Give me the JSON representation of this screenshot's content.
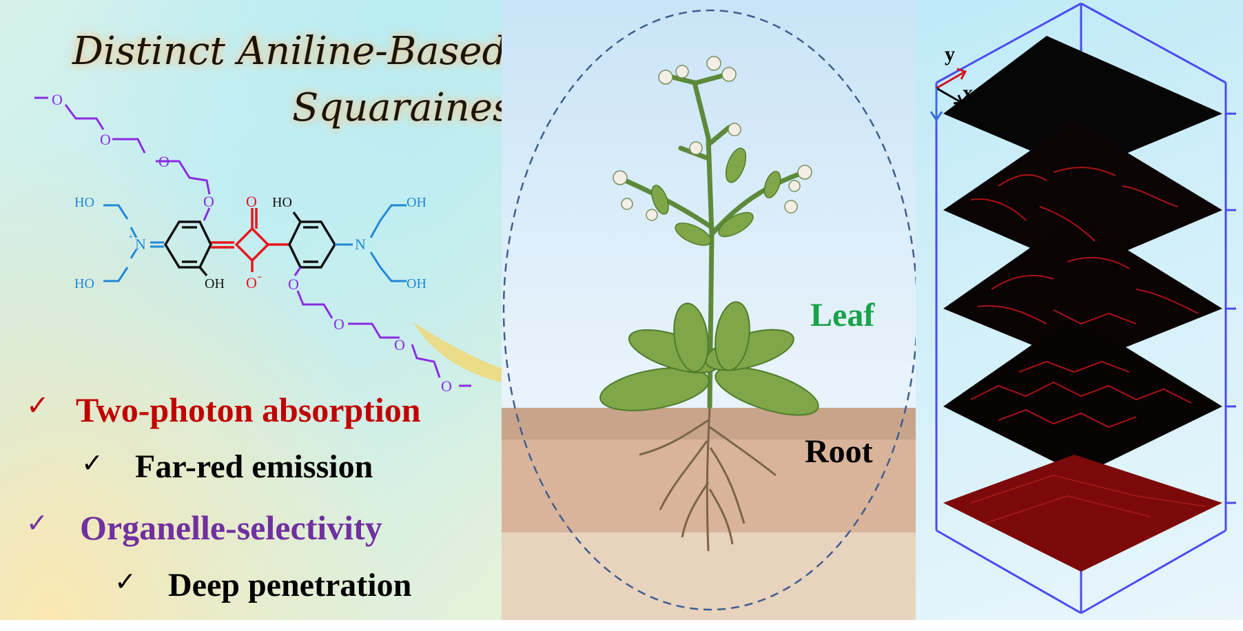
{
  "title": {
    "line1": "Distinct Aniline-Based",
    "line2": "Squaraines"
  },
  "molecule": {
    "atoms": {
      "o_top": "O",
      "o_minus": "O",
      "o_minus_charge": "-",
      "ho_ring_left": "OH",
      "ho_ring_right": "HO",
      "n_left": "N",
      "n_plus": "+",
      "n_right": "N",
      "ho_tl": "HO",
      "ho_bl": "HO",
      "oh_tr": "OH",
      "oh_br": "OH",
      "o_chain_left_1": "O",
      "o_chain_left_2": "O",
      "o_chain_left_3": "O",
      "o_chain_left_4": "O",
      "o_chain_right_1": "O",
      "o_chain_right_2": "O",
      "o_chain_right_3": "O",
      "o_chain_right_4": "O"
    },
    "colors": {
      "core": "#e8141b",
      "amine": "#1e88d6",
      "peg": "#8a2be2",
      "ring": "#111111"
    }
  },
  "features": [
    {
      "check": "✓",
      "label": "Two-photon absorption",
      "color": "#c00000"
    },
    {
      "check": "✓",
      "label": "Far-red emission",
      "color": "#000000"
    },
    {
      "check": "✓",
      "label": "Organelle-selectivity",
      "color": "#7030a0"
    },
    {
      "check": "✓",
      "label": "Deep penetration",
      "color": "#000000"
    }
  ],
  "plant": {
    "leaf_label": "Leaf",
    "root_label": "Root",
    "leaf_color": "#17a34a",
    "root_color": "#000000"
  },
  "stack": {
    "axis_x": "x",
    "axis_y": "y",
    "axis_colors": {
      "x": "#000000",
      "y": "#d4121c",
      "z": "#3a6de0"
    },
    "box_color": "#4b4bf0"
  }
}
